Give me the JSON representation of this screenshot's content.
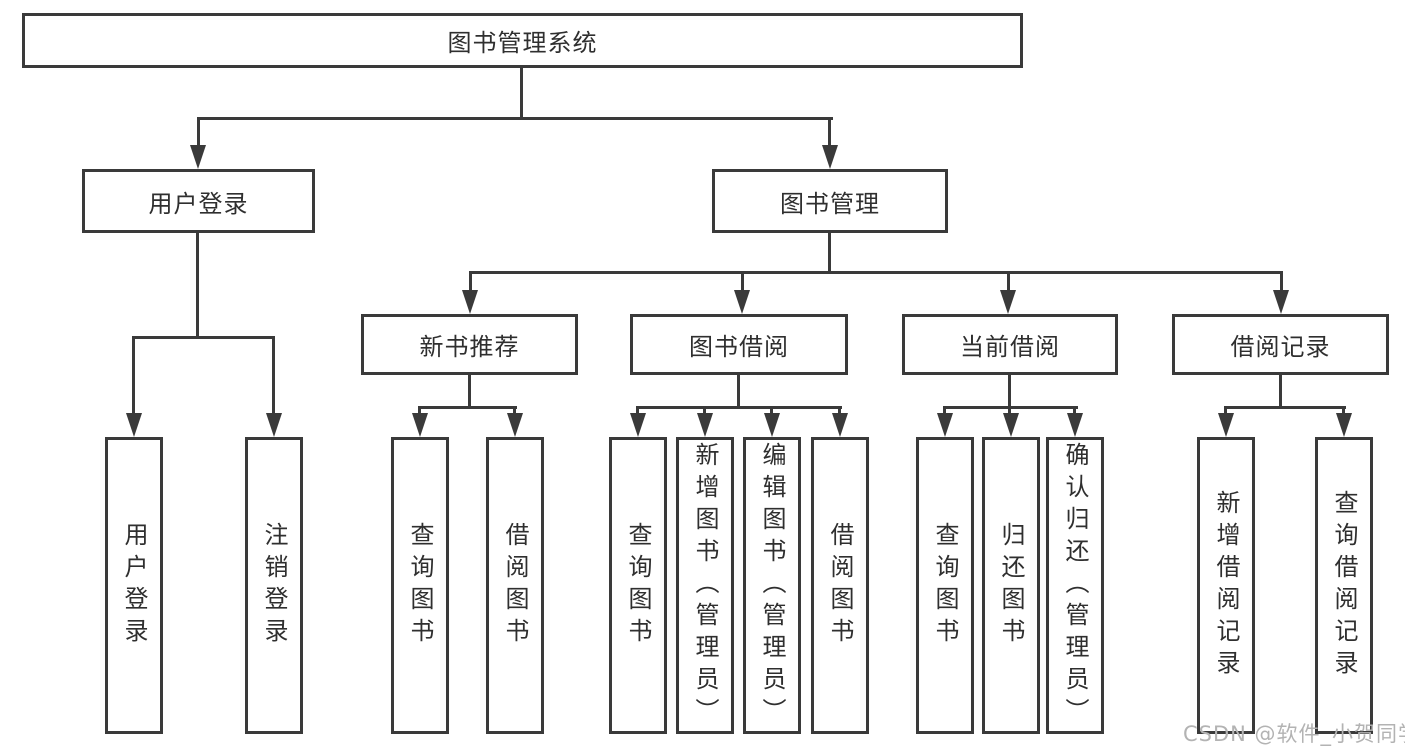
{
  "diagram_title": "图书管理系统",
  "nodes": {
    "root": "图书管理系统",
    "user_login_branch": "用户登录",
    "book_management": "图书管理",
    "new_book_recommend": "新书推荐",
    "book_borrowing": "图书借阅",
    "current_borrowing": "当前借阅",
    "borrowing_records": "借阅记录",
    "leaf_user_login": "用户登录",
    "leaf_logout": "注销登录",
    "leaf_nbr_query_books": "查询图书",
    "leaf_nbr_borrow_books": "借阅图书",
    "leaf_bb_query_books": "查询图书",
    "leaf_bb_add_books": "新增图书（管理员）",
    "leaf_bb_edit_books": "编辑图书（管理员）",
    "leaf_bb_borrow_books": "借阅图书",
    "leaf_cb_query_books": "查询图书",
    "leaf_cb_return_books": "归还图书",
    "leaf_cb_confirm_return": "确认归还（管理员）",
    "leaf_br_add_record": "新增借阅记录",
    "leaf_br_query_record": "查询借阅记录"
  },
  "watermark": "CSDN @软件_小贺同学",
  "colors": {
    "line": "#3a3a3a",
    "text": "#2f2f2f",
    "watermark": "#b3b3b3",
    "background": "#ffffff"
  }
}
